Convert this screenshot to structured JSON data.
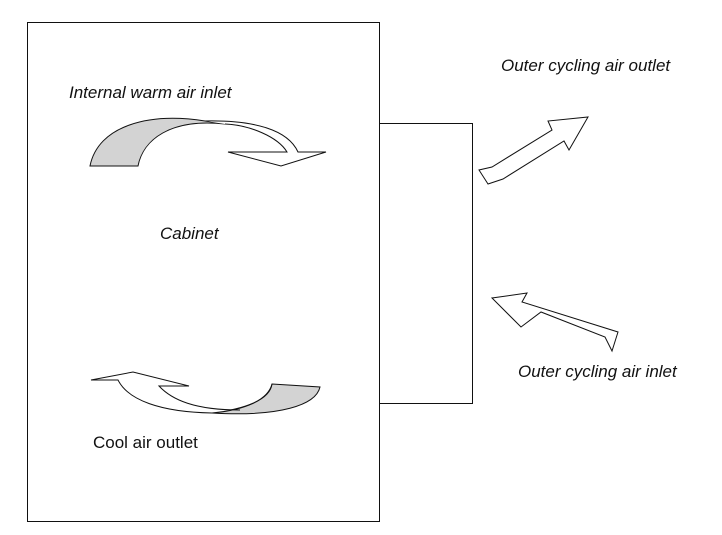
{
  "labels": {
    "internal_warm_air_inlet": "Internal warm air inlet",
    "cabinet": "Cabinet",
    "cool_air_outlet": "Cool air outlet",
    "outer_cycling_air_outlet": "Outer cycling air outlet",
    "outer_cycling_air_inlet": "Outer cycling air inlet"
  },
  "colors": {
    "stroke": "#111111",
    "arrow_shade": "#d3d3d3",
    "background": "#ffffff"
  }
}
